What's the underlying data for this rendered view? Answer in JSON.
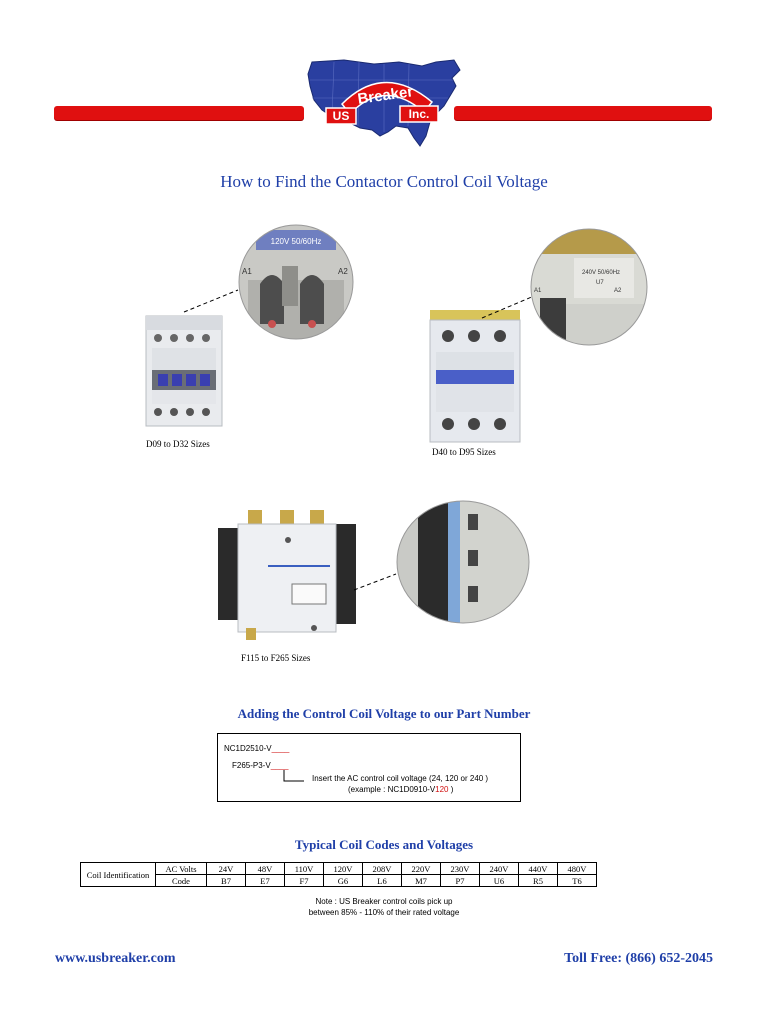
{
  "logo": {
    "line1": "US",
    "line2": "Breaker",
    "line3": "Inc."
  },
  "title": "How to Find the Contactor Control Coil Voltage",
  "photos": {
    "d09": {
      "caption": "D09 to D32 Sizes",
      "zoom_label": "120V 50/60Hz",
      "a1": "A1",
      "a2": "A2"
    },
    "d40": {
      "caption": "D40 to D95 Sizes",
      "zoom_label": "240V 50/60Hz",
      "zoom_code": "U7",
      "a1": "A1",
      "a2": "A2"
    },
    "f115": {
      "caption": "F115 to F265 Sizes"
    }
  },
  "section1": {
    "title": "Adding the Control Coil Voltage to our Part Number",
    "line1_prefix": "NC1D2510-V",
    "line1_blank": "____",
    "line2_prefix": "F265-P3-V",
    "line2_blank": "____",
    "instruction": "Insert the AC control coil voltage (24, 120 or 240 )",
    "example_prefix": "(example : NC1D0910-V",
    "example_value": "120",
    "example_suffix": " )"
  },
  "section2": {
    "title": "Typical Coil Codes and Voltages",
    "row_label": "Coil Identification",
    "volts_label": "AC Volts",
    "code_label": "Code",
    "volts": [
      "24V",
      "48V",
      "110V",
      "120V",
      "208V",
      "220V",
      "230V",
      "240V",
      "440V",
      "480V"
    ],
    "codes": [
      "B7",
      "E7",
      "F7",
      "G6",
      "L6",
      "M7",
      "P7",
      "U6",
      "R5",
      "T6"
    ],
    "note_line1": "Note : US Breaker control coils pick up",
    "note_line2": "between 85% - 110% of their rated voltage"
  },
  "footer": {
    "website": "www.usbreaker.com",
    "phone": "Toll Free: (866) 652-2045"
  },
  "colors": {
    "accent_blue": "#1f3fa8",
    "brand_red": "#e01010"
  }
}
